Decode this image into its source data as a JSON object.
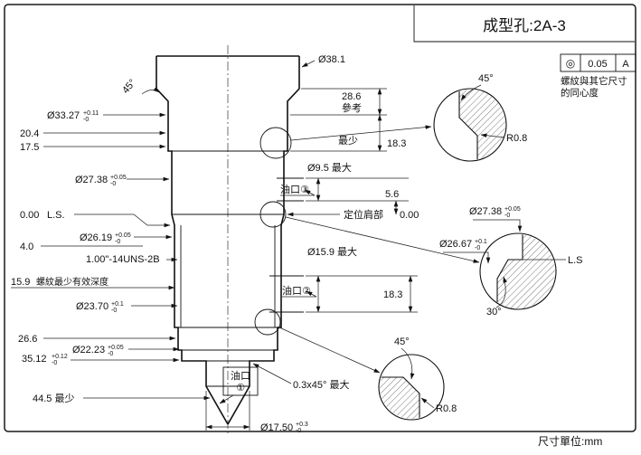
{
  "colors": {
    "ink": "#111111",
    "bg": "#ffffff"
  },
  "page": {
    "title": "成型孔:2A-3",
    "units": "尺寸單位:mm"
  },
  "gdt": {
    "symbol": "◎",
    "tolerance": "0.05",
    "datum": "A",
    "note1": "螺紋與其它尺寸",
    "note2": "的同心度"
  },
  "dims": {
    "d20_4": "20.4",
    "d17_5": "17.5",
    "d33_27": "Ø33.27",
    "d33_27_hi": "+0.11",
    "d33_27_lo": "-0",
    "d27_38": "Ø27.38",
    "d27_38_hi": "+0.05",
    "d27_38_lo": "-0",
    "zero": "0.00",
    "ls": "L.S.",
    "d26_19": "Ø26.19",
    "d26_19_hi": "+0.05",
    "d26_19_lo": "-0",
    "d4_0": "4.0",
    "thread": "1.00\"-14UNS-2B",
    "d15_9": "15.9",
    "thread_depth": "螺紋最少有效深度",
    "d23_70": "Ø23.70",
    "d23_70_hi": "+0.1",
    "d23_70_lo": "-0",
    "d26_6": "26.6",
    "d22_23": "Ø22.23",
    "d22_23_hi": "+0.05",
    "d22_23_lo": "-0",
    "d35_12": "35.12",
    "d35_12_hi": "+0.12",
    "d35_12_lo": "-0",
    "d44_5": "44.5 最少",
    "d38_1": "Ø38.1",
    "ang45": "45°",
    "d28_6": "28.6",
    "ref": "參考",
    "min": "最少",
    "d18_3a": "18.3",
    "d9_5": "Ø9.5 最大",
    "port3": "油口③",
    "d5_6": "5.6",
    "shoulder": "定位肩部",
    "shoulder0": "0.00",
    "d15_9max": "Ø15.9 最大",
    "port2": "油口②",
    "d18_3b": "18.3",
    "port1a": "油口",
    "port1b": "①",
    "chamfer": "0.3x45° 最大",
    "d17_50": "Ø17.50",
    "d17_50_hi": "+0.3",
    "d17_50_lo": "-0"
  },
  "details": {
    "d1_ang": "45°",
    "d1_r": "R0.8",
    "d2_d1": "Ø27.38",
    "d2_d1_hi": "+0.05",
    "d2_d1_lo": "-0",
    "d2_d2": "Ø26.67",
    "d2_d2_hi": "+0.1",
    "d2_d2_lo": "-0",
    "d2_ls": "L.S",
    "d2_ang": "30°",
    "d3_ang": "45°",
    "d3_r": "R0.8"
  }
}
